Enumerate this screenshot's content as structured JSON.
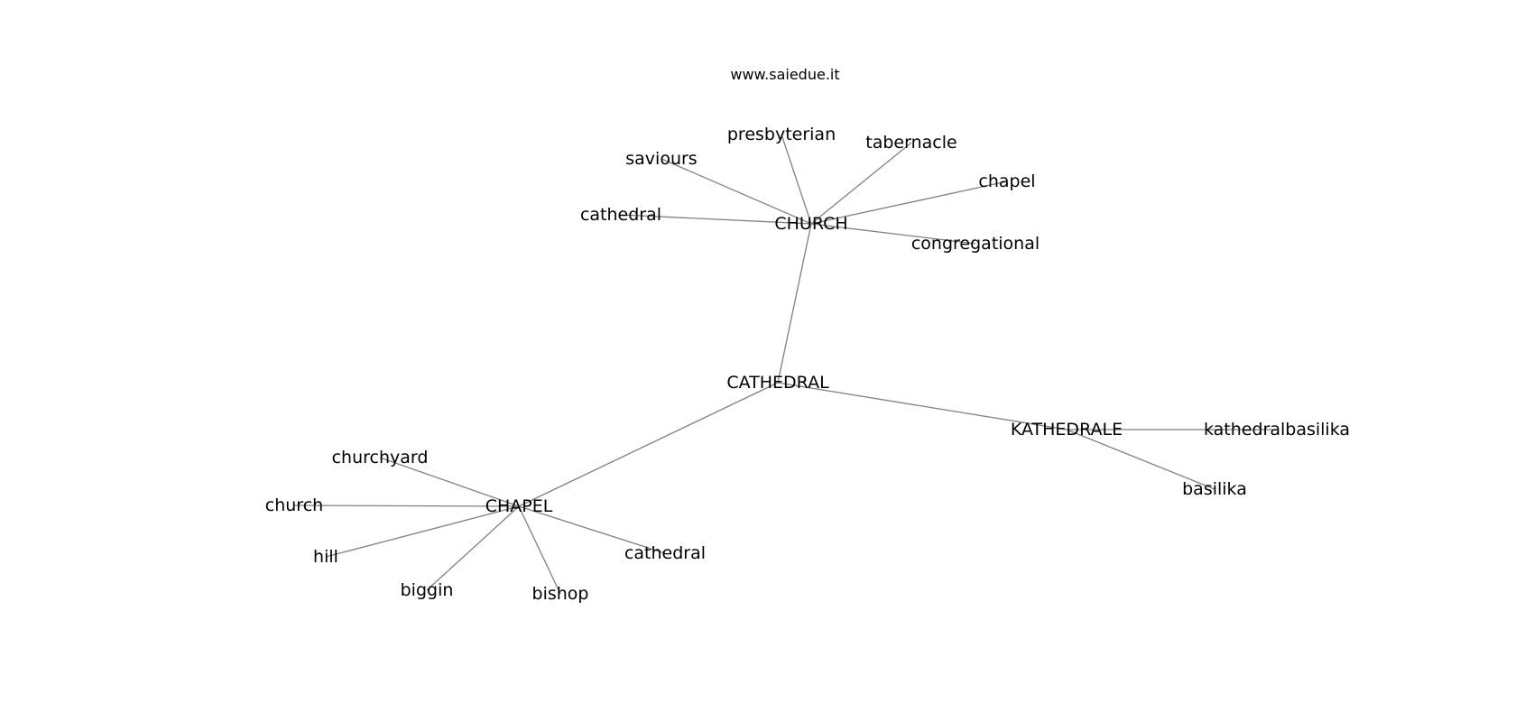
{
  "watermark": "www.saiedue.it",
  "diagram": {
    "nodes": [
      {
        "id": "CATHEDRAL",
        "label": "CATHEDRAL"
      },
      {
        "id": "CHURCH",
        "label": "CHURCH"
      },
      {
        "id": "CHAPEL",
        "label": "CHAPEL"
      },
      {
        "id": "KATHEDRALE",
        "label": "KATHEDRALE"
      },
      {
        "id": "church_saviours",
        "label": "saviours"
      },
      {
        "id": "church_presbyterian",
        "label": "presbyterian"
      },
      {
        "id": "church_tabernacle",
        "label": "tabernacle"
      },
      {
        "id": "church_chapel",
        "label": "chapel"
      },
      {
        "id": "church_cathedral",
        "label": "cathedral"
      },
      {
        "id": "church_congregational",
        "label": "congregational"
      },
      {
        "id": "chapel_churchyard",
        "label": "churchyard"
      },
      {
        "id": "chapel_church",
        "label": "church"
      },
      {
        "id": "chapel_hill",
        "label": "hill"
      },
      {
        "id": "chapel_biggin",
        "label": "biggin"
      },
      {
        "id": "chapel_bishop",
        "label": "bishop"
      },
      {
        "id": "chapel_cathedral",
        "label": "cathedral"
      },
      {
        "id": "kath_kathedralbasilika",
        "label": "kathedralbasilika"
      },
      {
        "id": "kath_basilika",
        "label": "basilika"
      }
    ],
    "edges": [
      {
        "source": "CATHEDRAL",
        "target": "CHURCH"
      },
      {
        "source": "CATHEDRAL",
        "target": "CHAPEL"
      },
      {
        "source": "CATHEDRAL",
        "target": "KATHEDRALE"
      },
      {
        "source": "CHURCH",
        "target": "church_saviours"
      },
      {
        "source": "CHURCH",
        "target": "church_presbyterian"
      },
      {
        "source": "CHURCH",
        "target": "church_tabernacle"
      },
      {
        "source": "CHURCH",
        "target": "church_chapel"
      },
      {
        "source": "CHURCH",
        "target": "church_cathedral"
      },
      {
        "source": "CHURCH",
        "target": "church_congregational"
      },
      {
        "source": "CHAPEL",
        "target": "chapel_churchyard"
      },
      {
        "source": "CHAPEL",
        "target": "chapel_church"
      },
      {
        "source": "CHAPEL",
        "target": "chapel_hill"
      },
      {
        "source": "CHAPEL",
        "target": "chapel_biggin"
      },
      {
        "source": "CHAPEL",
        "target": "chapel_bishop"
      },
      {
        "source": "CHAPEL",
        "target": "chapel_cathedral"
      },
      {
        "source": "KATHEDRALE",
        "target": "kath_kathedralbasilika"
      },
      {
        "source": "KATHEDRALE",
        "target": "kath_basilika"
      }
    ]
  }
}
